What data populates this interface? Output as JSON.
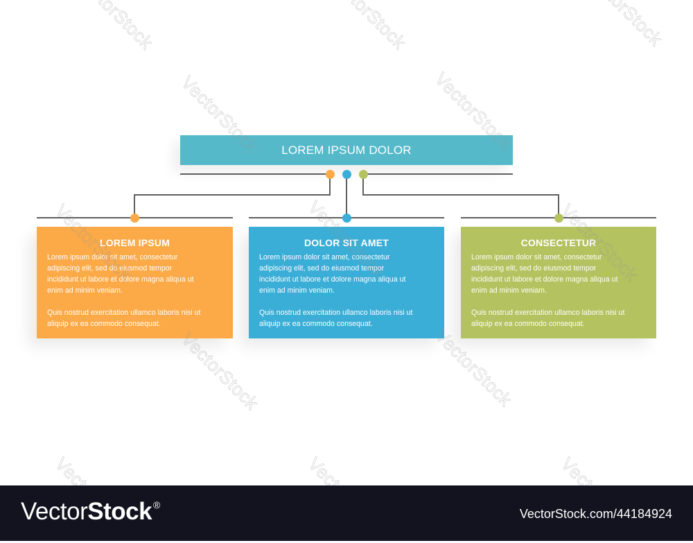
{
  "diagram": {
    "title": "LOREM IPSUM DOLOR",
    "colors": {
      "root": "#55b9c9",
      "connector": "#5e5e5e",
      "orange": "#fbaa47",
      "blue": "#3aaed6",
      "green": "#b4c25f"
    },
    "branches": [
      {
        "title": "LOREM IPSUM",
        "color": "#fbaa47",
        "p1": [
          "Lorem ipsum dolor sit amet, consectetur",
          "adipiscing elit, sed do eiusmod tempor",
          "incididunt ut labore et dolore magna aliqua ut",
          "enim ad minim veniam."
        ],
        "p2": [
          "Quis nostrud exercitation ullamco laboris nisi ut",
          "aliquip ex ea commodo consequat."
        ]
      },
      {
        "title": "DOLOR SIT AMET",
        "color": "#3aaed6",
        "p1": [
          "Lorem ipsum dolor sit amet, consectetur",
          "adipiscing elit, sed do eiusmod tempor",
          "incididunt ut labore et dolore magna aliqua ut",
          "enim ad minim veniam."
        ],
        "p2": [
          "Quis nostrud exercitation ullamco laboris nisi ut",
          "aliquip ex ea commodo consequat."
        ]
      },
      {
        "title": "CONSECTETUR",
        "color": "#b4c25f",
        "p1": [
          "Lorem ipsum dolor sit amet, consectetur",
          "adipiscing elit, sed do eiusmod tempor",
          "incididunt ut labore et dolore magna aliqua ut",
          "enim ad minim veniam."
        ],
        "p2": [
          "Quis nostrud exercitation ullamco laboris nisi ut",
          "aliquip ex ea commodo consequat."
        ]
      }
    ]
  },
  "watermark": {
    "text": "VectorStock"
  },
  "footer": {
    "logo_light": "Vector",
    "logo_bold": "Stock",
    "logo_mark": "®",
    "image_id": "VectorStock.com/44184924",
    "background": "#12131f"
  }
}
